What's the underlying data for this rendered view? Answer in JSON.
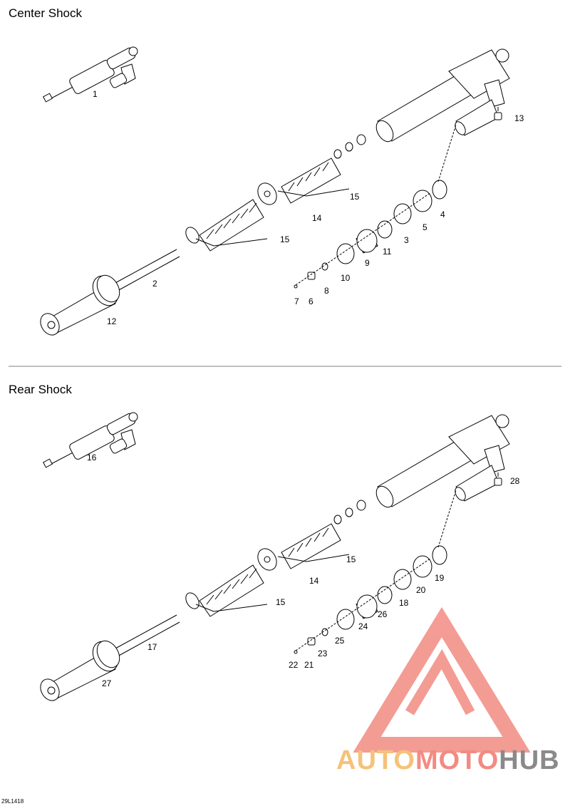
{
  "sections": [
    {
      "title": "Center Shock",
      "labels": [
        "1",
        "2",
        "3",
        "4",
        "5",
        "6",
        "7",
        "8",
        "9",
        "10",
        "11",
        "12",
        "13",
        "14",
        "15",
        "15"
      ]
    },
    {
      "title": "Rear Shock",
      "labels": [
        "16",
        "17",
        "18",
        "19",
        "20",
        "21",
        "22",
        "23",
        "24",
        "25",
        "26",
        "27",
        "28",
        "14",
        "15",
        "15"
      ]
    }
  ],
  "figure_code": "29L1418",
  "watermark": {
    "part1": "AUTO",
    "part2": "MOTO",
    "part3": "HUB"
  },
  "colors": {
    "line": "#000000",
    "watermark_red": "#f28b82",
    "watermark_orange": "#f5c27a",
    "watermark_gray": "#8a8a8a"
  }
}
